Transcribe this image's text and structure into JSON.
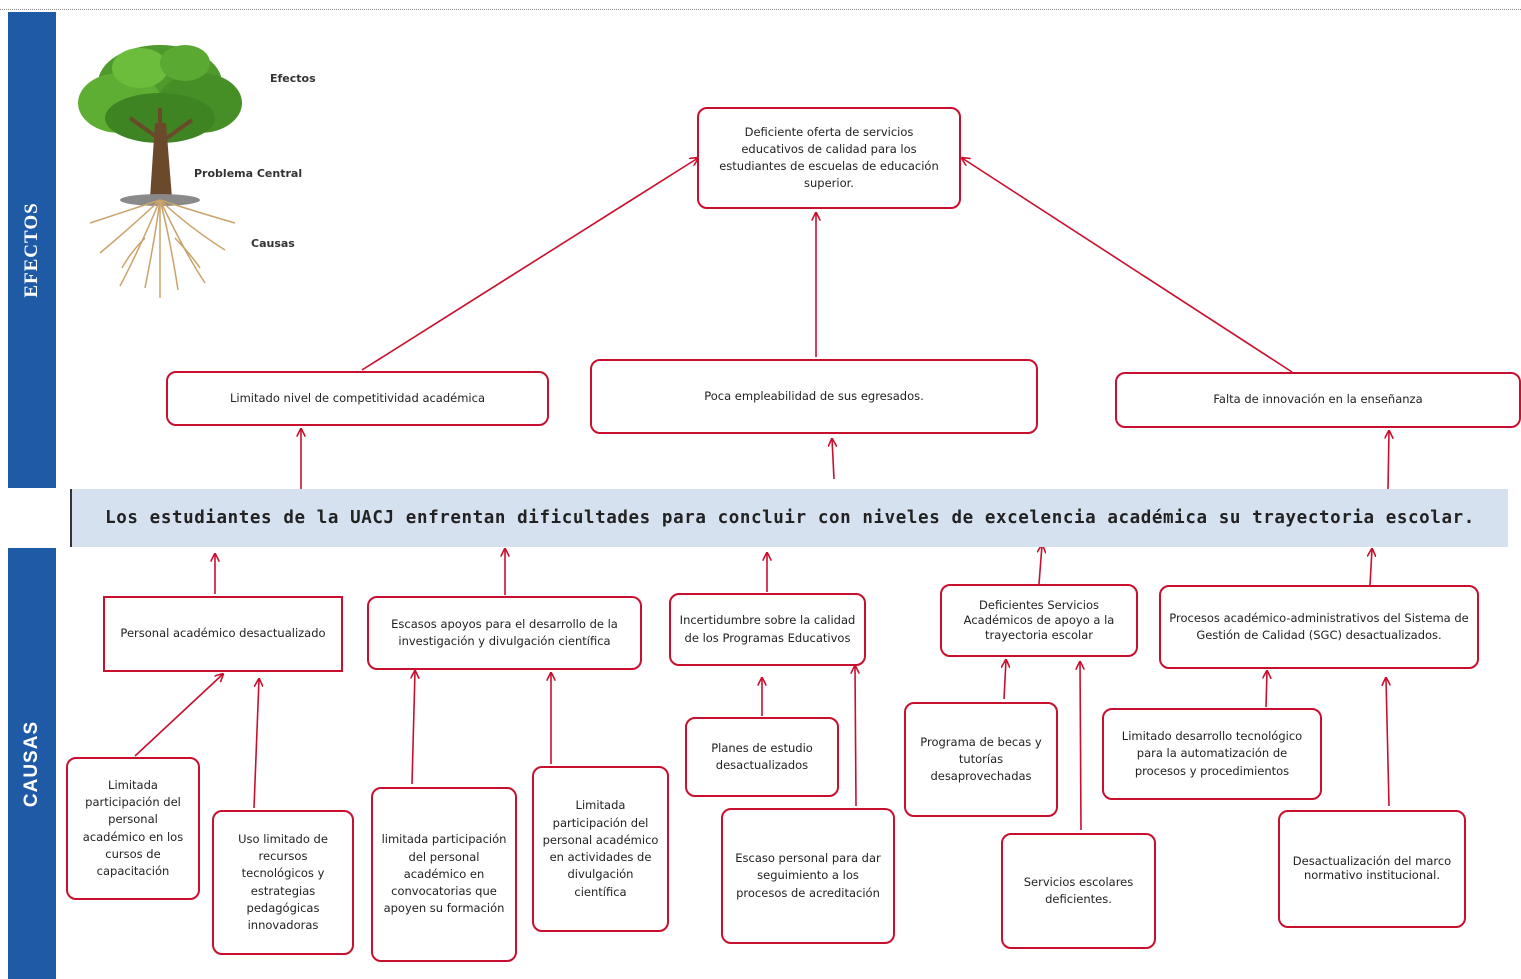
{
  "sidebar": {
    "efectos_label": "EFECTOS",
    "causas_label": "CAUSAS"
  },
  "tree_legend": {
    "efectos": "Efectos",
    "problema_central": "Problema Central",
    "causas": "Causas"
  },
  "problem_statement": "Los estudiantes de la UACJ enfrentan dificultades para concluir con niveles de excelencia académica su trayectoria escolar.",
  "top_effect": "Deficiente oferta de servicios educativos de calidad para los estudiantes de escuelas de educación superior.",
  "effects": [
    "Limitado nivel de competitividad académica",
    "Poca empleabilidad de sus egresados.",
    "Falta de innovación en la enseñanza"
  ],
  "causes": [
    "Personal académico desactualizado",
    "Escasos apoyos para el desarrollo de la investigación y divulgación científica",
    "Incertidumbre sobre la calidad de los Programas Educativos",
    "Deficientes Servicios Académicos de apoyo a la trayectoria escolar",
    "Procesos académico-administrativos del Sistema de Gestión de Calidad (SGC) desactualizados."
  ],
  "sub_causes": [
    "Limitada participación del personal académico en los cursos de capacitación",
    "Uso limitado de recursos tecnológicos y estrategias pedagógicas innovadoras",
    "limitada participación del personal académico en convocatorias que apoyen su formación",
    "Limitada participación del personal académico en actividades de divulgación científica",
    "Planes de estudio desactualizados",
    "Escaso personal para dar seguimiento a los procesos de acreditación",
    "Programa de becas y tutorías desaprovechadas",
    "Servicios escolares deficientes.",
    "Limitado desarrollo tecnológico para la automatización de procesos y procedimientos",
    "Desactualización del marco normativo institucional."
  ],
  "colors": {
    "sidebar": "#1f5aa6",
    "box_border": "#c8102e",
    "arrow": "#c8102e",
    "central_bg": "#d6e1ef"
  }
}
